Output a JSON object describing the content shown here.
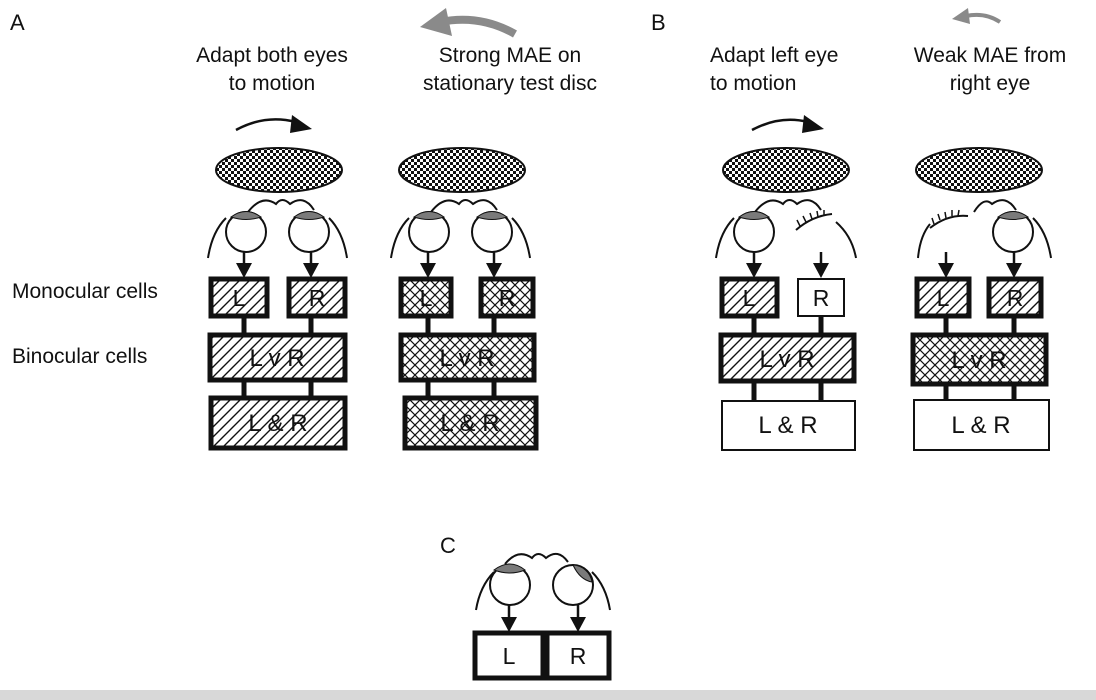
{
  "figure": {
    "panel_a": {
      "label": "A",
      "caption_left_1": "Adapt both eyes",
      "caption_left_2": "to motion",
      "caption_right_1": "Strong MAE on",
      "caption_right_2": "stationary test disc"
    },
    "panel_b": {
      "label": "B",
      "caption_left_1": "Adapt left eye",
      "caption_left_2": "to motion",
      "caption_right_1": "Weak MAE from",
      "caption_right_2": "right eye"
    },
    "panel_c": {
      "label": "C"
    },
    "row_labels": {
      "monocular": "Monocular cells",
      "binocular": "Binocular cells"
    },
    "cell_labels": {
      "left": "L",
      "right": "R",
      "either": "L v R",
      "both": "L & R"
    }
  },
  "colors": {
    "ink": "#111111",
    "eye_lid": "#7a7a7a",
    "arrow_gray": "#8a8a8a",
    "page": "#ffffff",
    "bottom_bar": "#d8d8d8"
  }
}
